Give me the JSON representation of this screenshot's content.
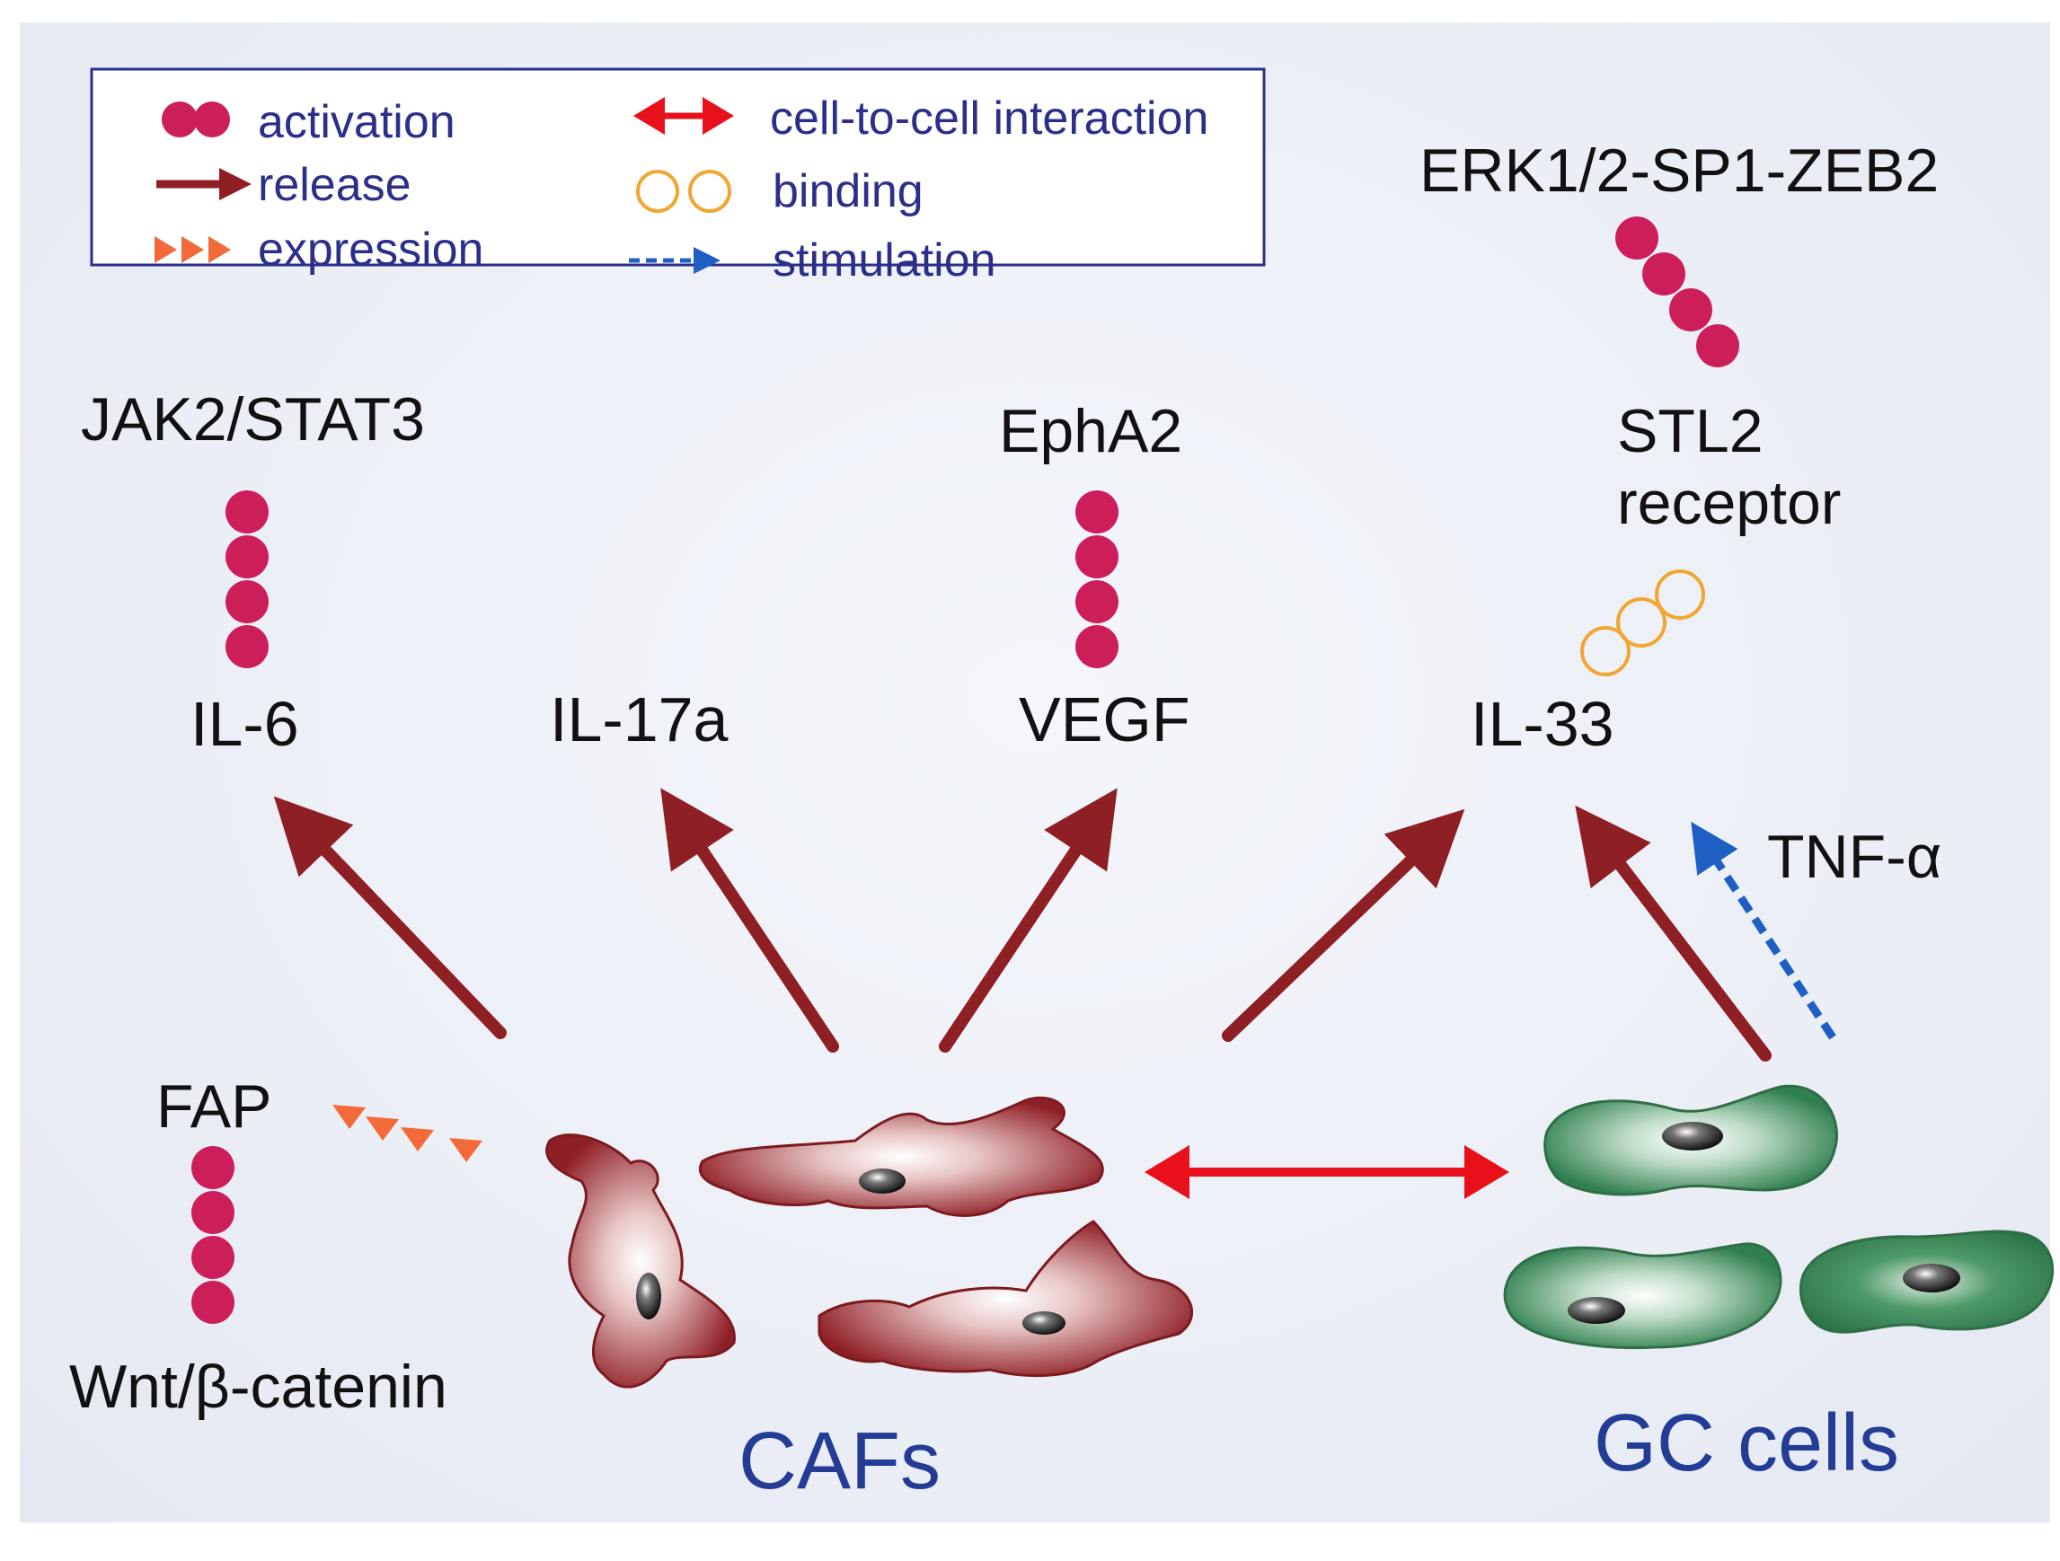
{
  "legend": {
    "activation": "activation",
    "release": "release",
    "expression": "expression",
    "cell_interaction": "cell-to-cell interaction",
    "binding": "binding",
    "stimulation": "stimulation"
  },
  "nodes": {
    "jak2_stat3": "JAK2/STAT3",
    "il6": "IL-6",
    "il17a": "IL-17a",
    "epha2": "EphA2",
    "vegf": "VEGF",
    "erk_sp1_zeb2": "ERK1/2-SP1-ZEB2",
    "stl2": "STL2",
    "receptor": "receptor",
    "il33": "IL-33",
    "tnf_alpha": "TNF-α",
    "fap": "FAP",
    "wnt": "Wnt/β-catenin",
    "cafs": "CAFs",
    "gc_cells": "GC cells"
  },
  "colors": {
    "activation": "#cc1f5a",
    "release": "#8e1f24",
    "expression": "#f26a3a",
    "cell_interaction": "#e8101a",
    "binding": "#f0a630",
    "stimulation": "#1f5fc4",
    "legend_text": "#2b2f8a",
    "cell_label": "#233c95",
    "caf_fill": "#9a2a30",
    "gc_fill": "#3f8f5c"
  }
}
